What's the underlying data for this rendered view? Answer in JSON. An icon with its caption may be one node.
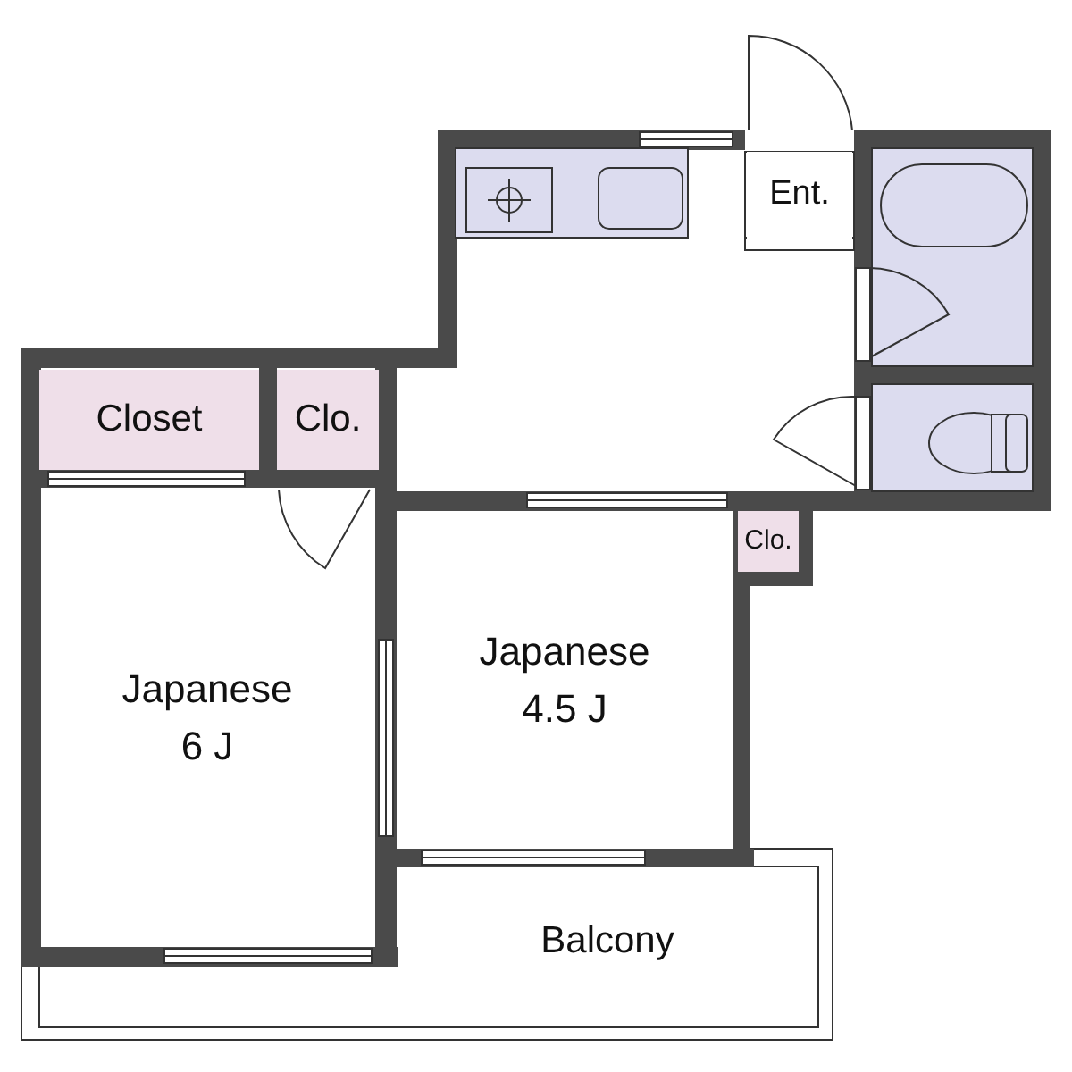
{
  "diagram": {
    "nodes": [
      {
        "text": [
          "Ent."
        ]
      },
      {
        "text": [
          "Closet"
        ]
      },
      {
        "text": [
          "Clo."
        ]
      },
      {
        "text": [
          "Clo."
        ]
      },
      {
        "text": [
          "Japanese 6 J"
        ]
      },
      {
        "text": [
          "Japanese 4.5 J"
        ]
      },
      {
        "text": [
          "Balcony"
        ]
      }
    ]
  }
}
